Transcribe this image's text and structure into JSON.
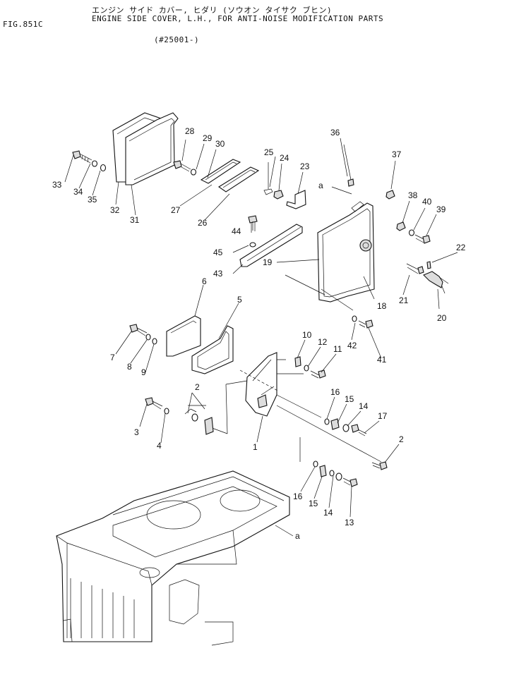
{
  "header": {
    "fig": "FIG.851C",
    "title_jp": "エンジン サイド カバー, ヒダリ (ソウオン タイサク ブヒン)",
    "title_en": "ENGINE SIDE COVER, L.H., FOR ANTI-NOISE MODIFICATION PARTS",
    "serial": "(#25001-)"
  },
  "callouts": [
    "1",
    "2",
    "2",
    "3",
    "4",
    "5",
    "6",
    "7",
    "8",
    "9",
    "10",
    "11",
    "12",
    "13",
    "14",
    "14",
    "15",
    "15",
    "16",
    "16",
    "17",
    "18",
    "19",
    "20",
    "21",
    "22",
    "23",
    "24",
    "25",
    "26",
    "27",
    "28",
    "29",
    "30",
    "31",
    "32",
    "33",
    "34",
    "35",
    "36",
    "37",
    "38",
    "39",
    "40",
    "41",
    "42",
    "43",
    "44",
    "45",
    "a",
    "a"
  ]
}
